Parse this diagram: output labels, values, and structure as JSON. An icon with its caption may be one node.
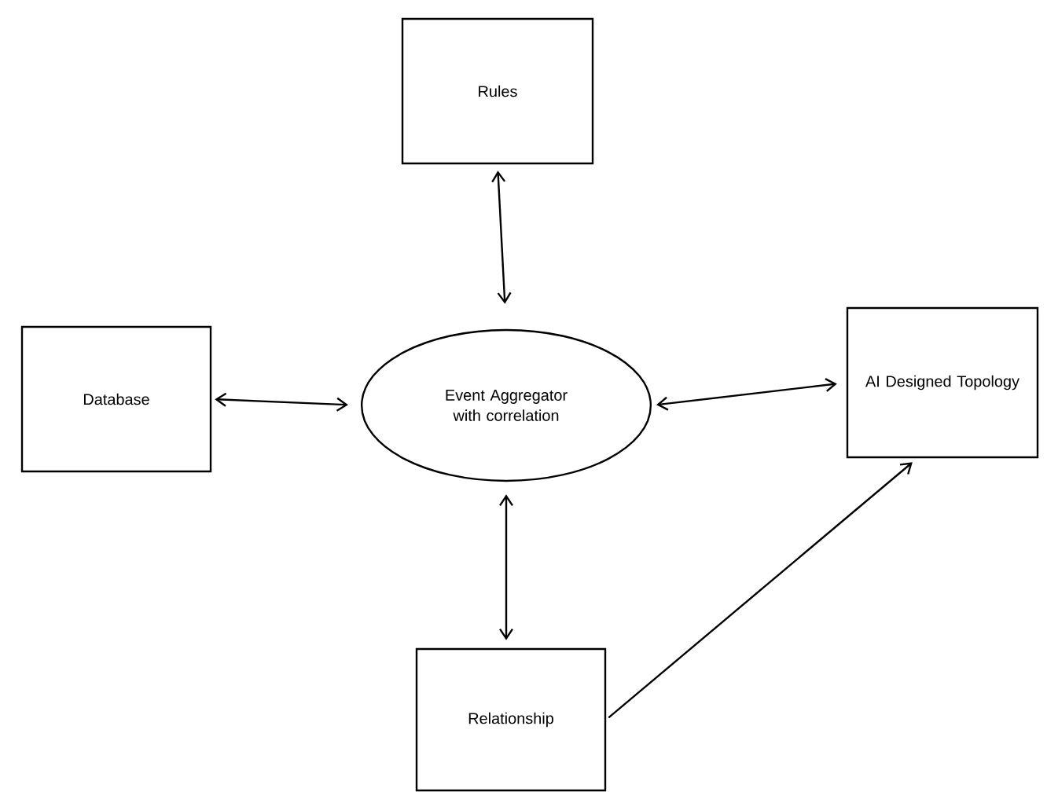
{
  "diagram": {
    "nodes": [
      {
        "text": [
          "Rules"
        ]
      },
      {
        "text": [
          "Database"
        ]
      },
      {
        "text": [
          "Event Aggregator with correlation"
        ]
      },
      {
        "text": [
          "AI Designed Topology"
        ]
      },
      {
        "text": [
          "Relationship"
        ]
      }
    ],
    "edges": [
      {
        "from": 0,
        "to": 2,
        "arrow": "both"
      },
      {
        "from": 1,
        "to": 2,
        "arrow": "both"
      },
      {
        "from": 2,
        "to": 3,
        "arrow": "both"
      },
      {
        "from": 2,
        "to": 4,
        "arrow": "both"
      },
      {
        "from": 4,
        "to": 3,
        "arrow": "to"
      }
    ]
  }
}
